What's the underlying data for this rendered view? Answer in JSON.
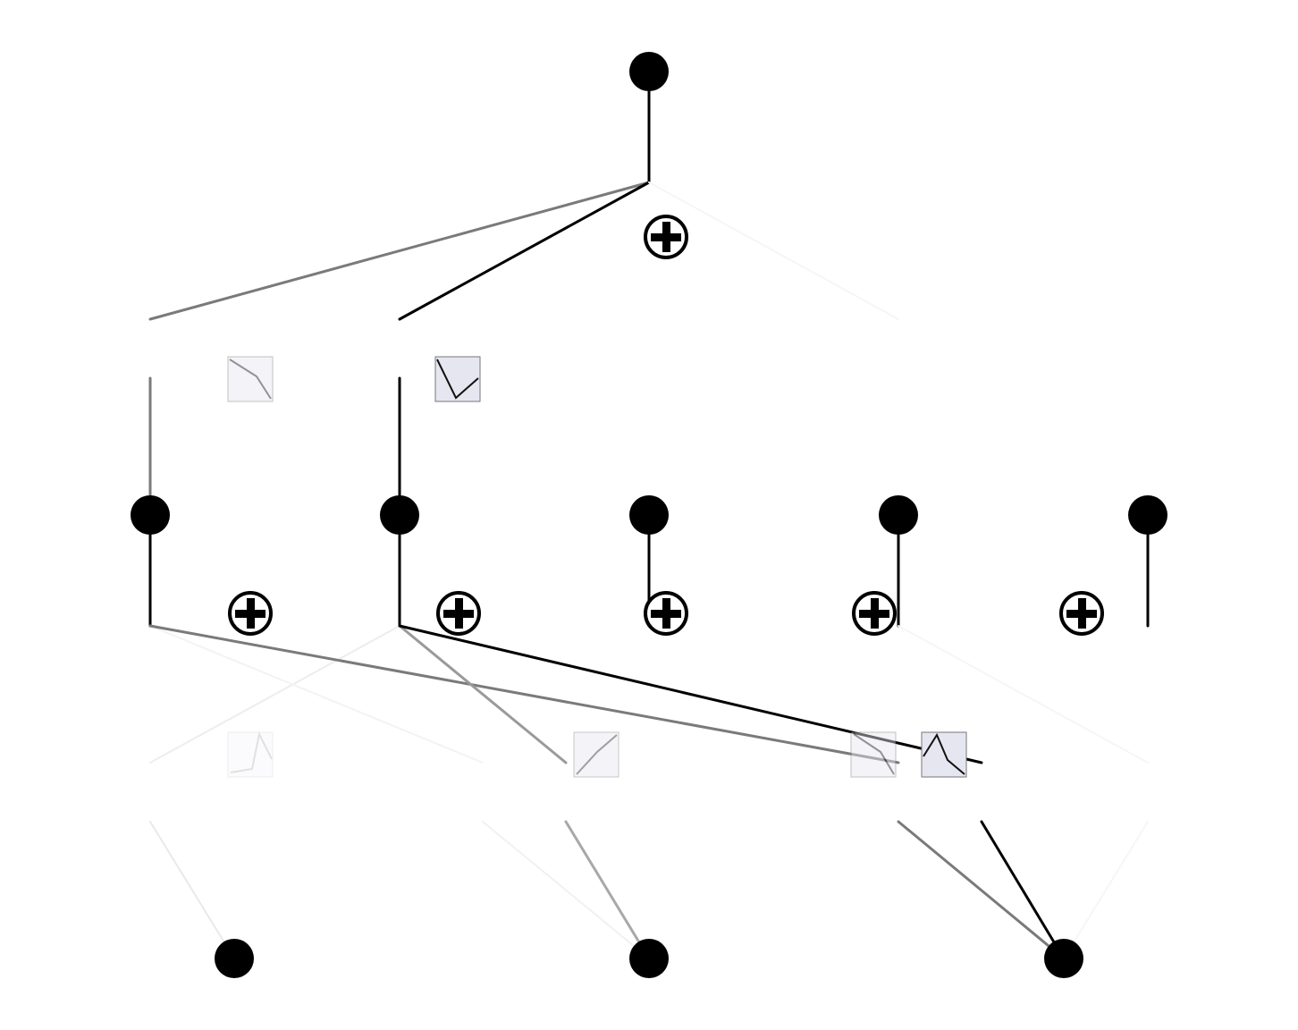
{
  "diagram": {
    "kind": "network-graph",
    "colors": {
      "node": "#000000",
      "background": "#ffffff",
      "box_fill": "#e8e8f2",
      "box_stroke": "#888888"
    },
    "icons": {
      "node": "filled-circle",
      "sum": "circled-plus",
      "activation": "curve-thumbnail"
    },
    "layers": [
      {
        "id": "output",
        "node_count": 1
      },
      {
        "id": "hidden",
        "node_count": 5
      },
      {
        "id": "input",
        "node_count": 3
      }
    ]
  }
}
